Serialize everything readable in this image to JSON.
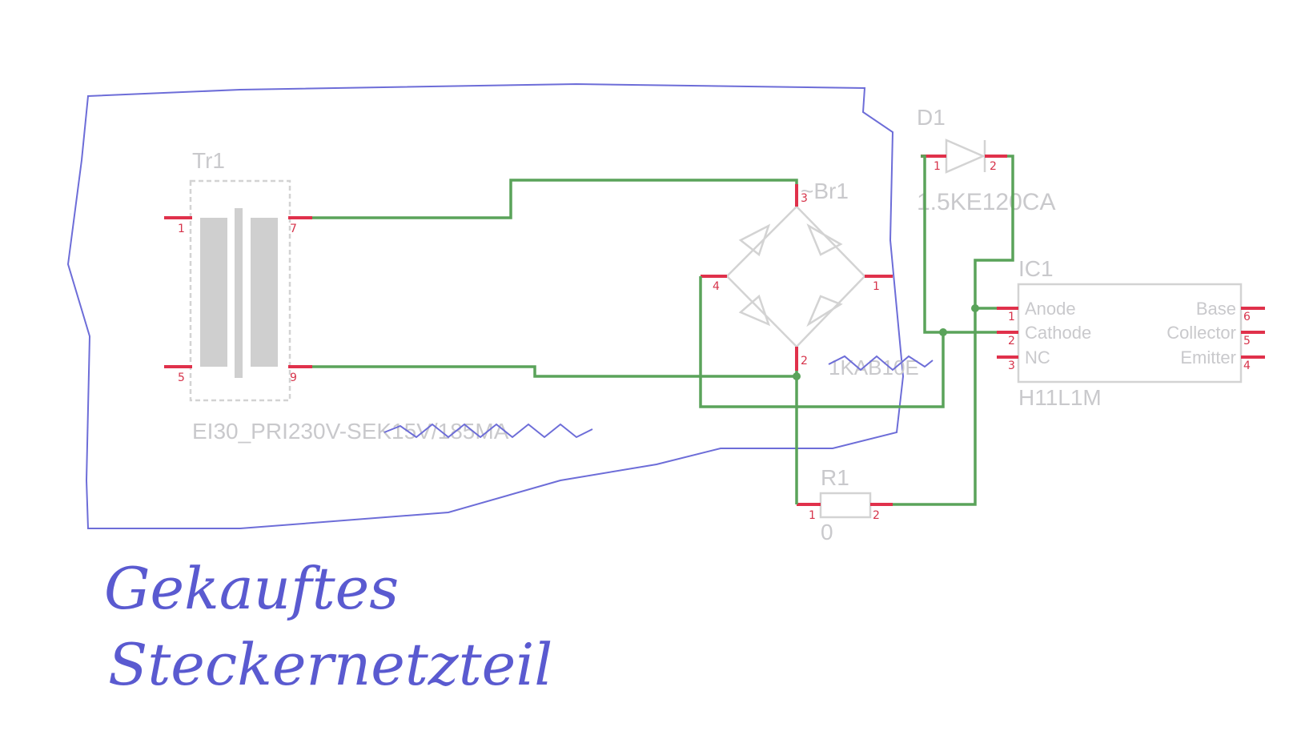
{
  "components": {
    "tr1": {
      "ref": "Tr1",
      "value": "EI30_PRI230V-SEK15V/185MA",
      "pins": [
        "1",
        "5",
        "7",
        "9"
      ]
    },
    "br1": {
      "ref": "~Br1",
      "value": "1KAB10E",
      "pins": [
        "3",
        "4",
        "1",
        "2"
      ]
    },
    "d1": {
      "ref": "D1",
      "value": "1.5KE120CA",
      "pins": [
        "1",
        "2"
      ]
    },
    "ic1": {
      "ref": "IC1",
      "value": "H11L1M",
      "left_pins": [
        {
          "num": "1",
          "name": "Anode"
        },
        {
          "num": "2",
          "name": "Cathode"
        },
        {
          "num": "3",
          "name": "NC"
        }
      ],
      "right_pins": [
        {
          "num": "6",
          "name": "Base"
        },
        {
          "num": "5",
          "name": "Collector"
        },
        {
          "num": "4",
          "name": "Emitter"
        }
      ]
    },
    "r1": {
      "ref": "R1",
      "value": "0",
      "pins": [
        "1",
        "2"
      ]
    }
  },
  "annotation": {
    "line1": "Gekauftes",
    "line2": "Steckernetzteil"
  },
  "colors": {
    "wire": "#5aa35a",
    "pin": "#e0314b",
    "part": "#d3d3d3",
    "ink": "#5a5ad0"
  }
}
